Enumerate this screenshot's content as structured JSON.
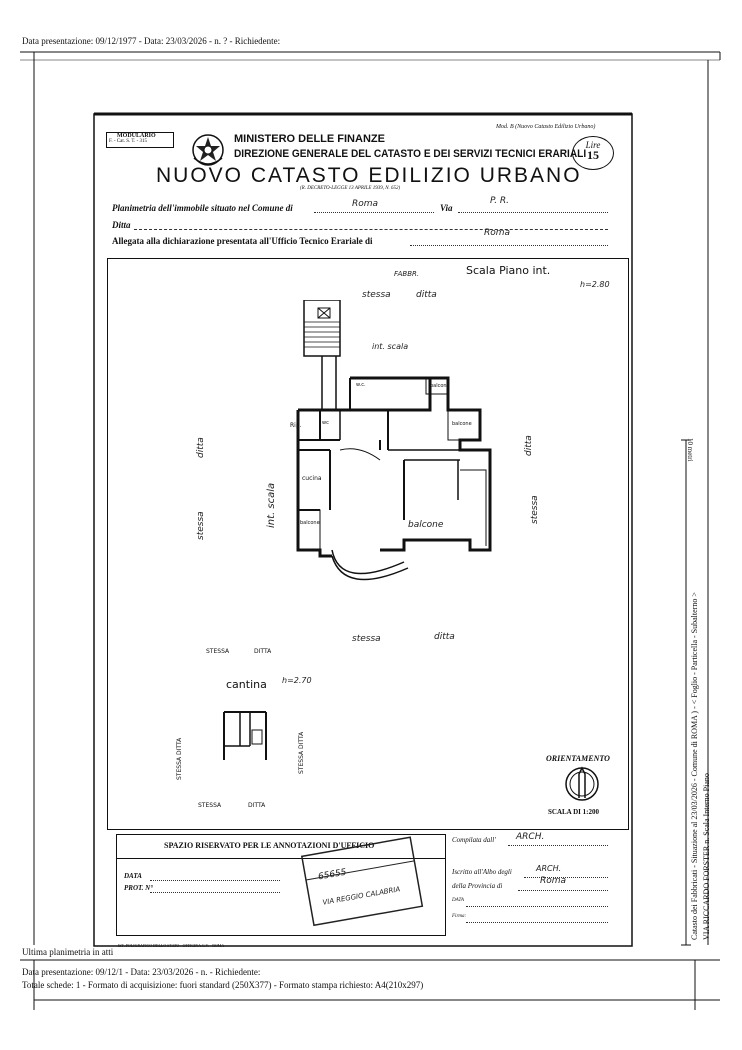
{
  "top_line": "Data presentazione: 09/12/1977 - Data: 23/03/2026 - n.        ? - Richiedente:",
  "header": {
    "modulario_line1": "MODULARIO",
    "modulario_line2": "F. - Cat. S. T. - 315",
    "mod_b": "Mod. B (Nuovo Catasto Edilizio Urbano)",
    "ministry": "MINISTERO DELLE FINANZE",
    "direction": "DIREZIONE GENERALE DEL CATASTO E DEI SERVIZI TECNICI ERARIALI",
    "title": "NUOVO CATASTO EDILIZIO URBANO",
    "decree": "(R. DECRETO-LEGGE 13 APRILE 1939, N. 652)",
    "lire_label": "Lire",
    "lire_value": "15",
    "planimetria_label": "Planimetria dell'immobile situato nel Comune di",
    "comune_value": "Roma",
    "via_label": "Via",
    "via_value": "P. R.",
    "ditta_label": "Ditta",
    "allegata_label": "Allegata alla dichiarazione presentata all'Ufficio Tecnico Erariale di",
    "ufficio_value": "Roma"
  },
  "plan": {
    "fabbr": "FABBR.",
    "scala_piano": "Scala  Piano  int.",
    "height_main": "h=2.80",
    "stessa_ditta_top_1": "stessa",
    "stessa_ditta_top_2": "ditta",
    "int_scala": "int.   scala",
    "ditta_left": "ditta",
    "stessa_left": "stessa",
    "int_scala_vert": "int.  scala",
    "ditta_right": "ditta",
    "stessa_right": "stessa",
    "rip": "Rip.",
    "wc1": "wc",
    "wc2": "wc",
    "wc3": "w.c.",
    "balcone_1": "balcone",
    "balcone_2": "balcone",
    "balcone_3": "balcone",
    "cucina": "cucina",
    "balcone_4": "balcone",
    "stessa_bottom": "stessa",
    "ditta_bottom": "ditta",
    "cantina_stessa": "STESSA",
    "cantina_ditta": "DITTA",
    "cantina_label": "cantina",
    "cantina_height": "h=2.70",
    "cantina_side_left": "STESSA   DITTA",
    "cantina_side_right": "STESSA   DITTA",
    "cantina_bottom_stessa": "STESSA",
    "cantina_bottom_ditta": "DITTA",
    "orientamento": "ORIENTAMENTO",
    "scala_label": "SCALA DI 1:200"
  },
  "annotations": {
    "spazio_title": "SPAZIO RISERVATO PER LE ANNOTAZIONI D'UFFICIO",
    "data_label": "DATA",
    "prot_label": "PROT. N°",
    "stamp_line1": "VIA REGGIO CALABRIA",
    "stamp_number": "65655",
    "compilata_label": "Compilata dall'",
    "compilata_value": "ARCH.",
    "iscritto_label": "Iscritto all'Albo degli",
    "iscritto_value": "ARCH.",
    "provincia_label": "della Provincia di",
    "provincia_value": "Roma",
    "data_sig_label": "DATA",
    "firma_label": "Firma:"
  },
  "side_text": {
    "line1": "Catasto dei Fabbricati - Situazione al 23/03/2026 - Comune di ROMA        ) - < Foglio        - Particella        - Subalterno        >",
    "line2": "VIA RICCARDO FORSTER n.    Scala    Interno    Piano",
    "scale_ruler": "10 metri"
  },
  "footer": {
    "ultima": "Ultima planimetria in atti",
    "printer": "IST. POLIGRAFICO DELLO STATO - OFFICINA C.V. - ROMA",
    "line1": "Data presentazione: 09/12/1        - Data: 23/03/2026 - n.            - Richiedente:",
    "line2": "Totale schede: 1 - Formato di acquisizione: fuori standard (250X377) - Formato stampa richiesto: A4(210x297)"
  }
}
